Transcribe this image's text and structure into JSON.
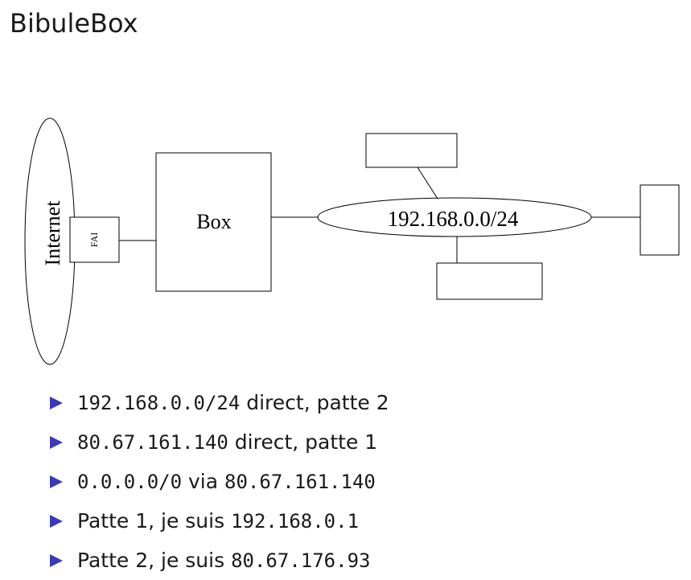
{
  "title": "BibuleBox",
  "diagram": {
    "internet_label": "Internet",
    "fai_label": "FAI",
    "box_label": "Box",
    "lan_label": "192.168.0.0/24"
  },
  "bullets": [
    {
      "code": "192.168.0.0/24",
      "text": " direct, patte 2"
    },
    {
      "code": "80.67.161.140",
      "text": " direct, patte 1"
    },
    {
      "code": "0.0.0.0/0",
      "text": " via ",
      "code2": "80.67.161.140"
    },
    {
      "text": "Patte 1, je suis ",
      "code": "192.168.0.1"
    },
    {
      "text": "Patte 2, je suis ",
      "code": "80.67.176.93"
    }
  ]
}
